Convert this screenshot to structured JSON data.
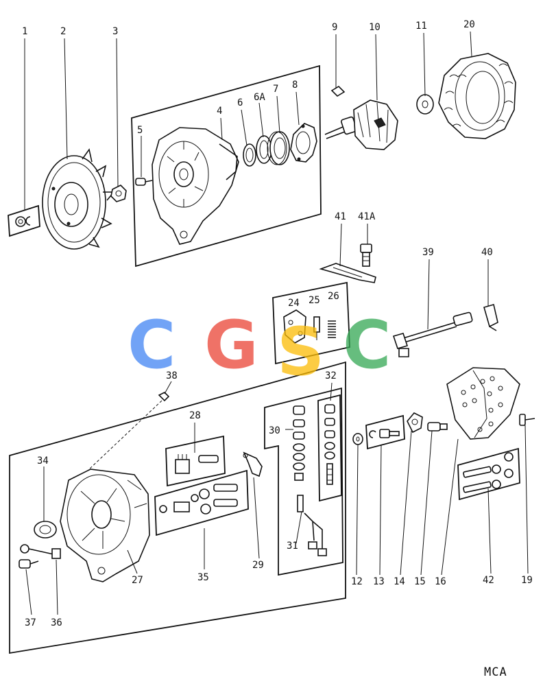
{
  "labels": {
    "l1": "1",
    "l2": "2",
    "l3": "3",
    "l4": "4",
    "l5": "5",
    "l6": "6",
    "l6a": "6A",
    "l7": "7",
    "l8": "8",
    "l9": "9",
    "l10": "10",
    "l11": "11",
    "l12": "12",
    "l13": "13",
    "l14": "14",
    "l15": "15",
    "l16": "16",
    "l19": "19",
    "l20": "20",
    "l24": "24",
    "l25": "25",
    "l26": "26",
    "l27": "27",
    "l28": "28",
    "l29": "29",
    "l30": "30",
    "l31": "31",
    "l32": "32",
    "l34": "34",
    "l35": "35",
    "l36": "36",
    "l37": "37",
    "l38": "38",
    "l39": "39",
    "l40": "40",
    "l41": "41",
    "l41a": "41A",
    "l42": "42"
  },
  "watermark": {
    "letters": [
      "C",
      "G",
      "S",
      "C"
    ],
    "colors": [
      "#4285F4",
      "#EA4335",
      "#FBBC05",
      "#34A853"
    ]
  },
  "diagram_code": "MCA"
}
